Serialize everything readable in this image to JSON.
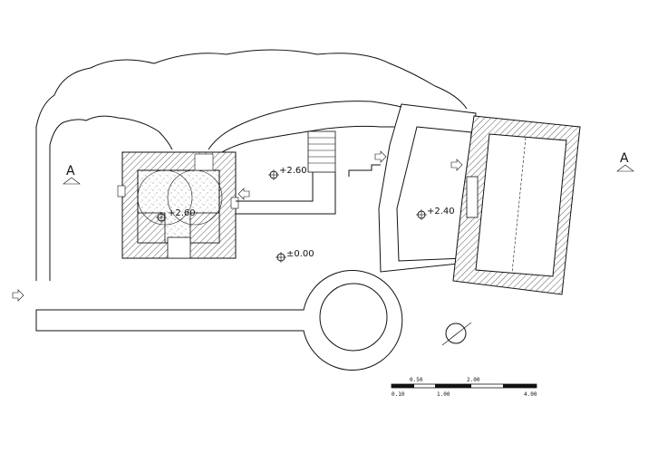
{
  "levels": {
    "terrace": "+2.60",
    "cistern": "+2.60",
    "ground": "±0.00",
    "hall": "+2.40"
  },
  "section_marks": {
    "left": "A",
    "right": "A"
  },
  "scale_bar": {
    "top_labels": [
      "0.50",
      "2.00"
    ],
    "bottom_labels": [
      "0.10",
      "1.00",
      "4.00"
    ]
  },
  "icons": {
    "level_marker": "crosshair-circle-icon",
    "entrance_arrow": "hollow-arrow-icon",
    "north": "north-arrow-icon"
  }
}
